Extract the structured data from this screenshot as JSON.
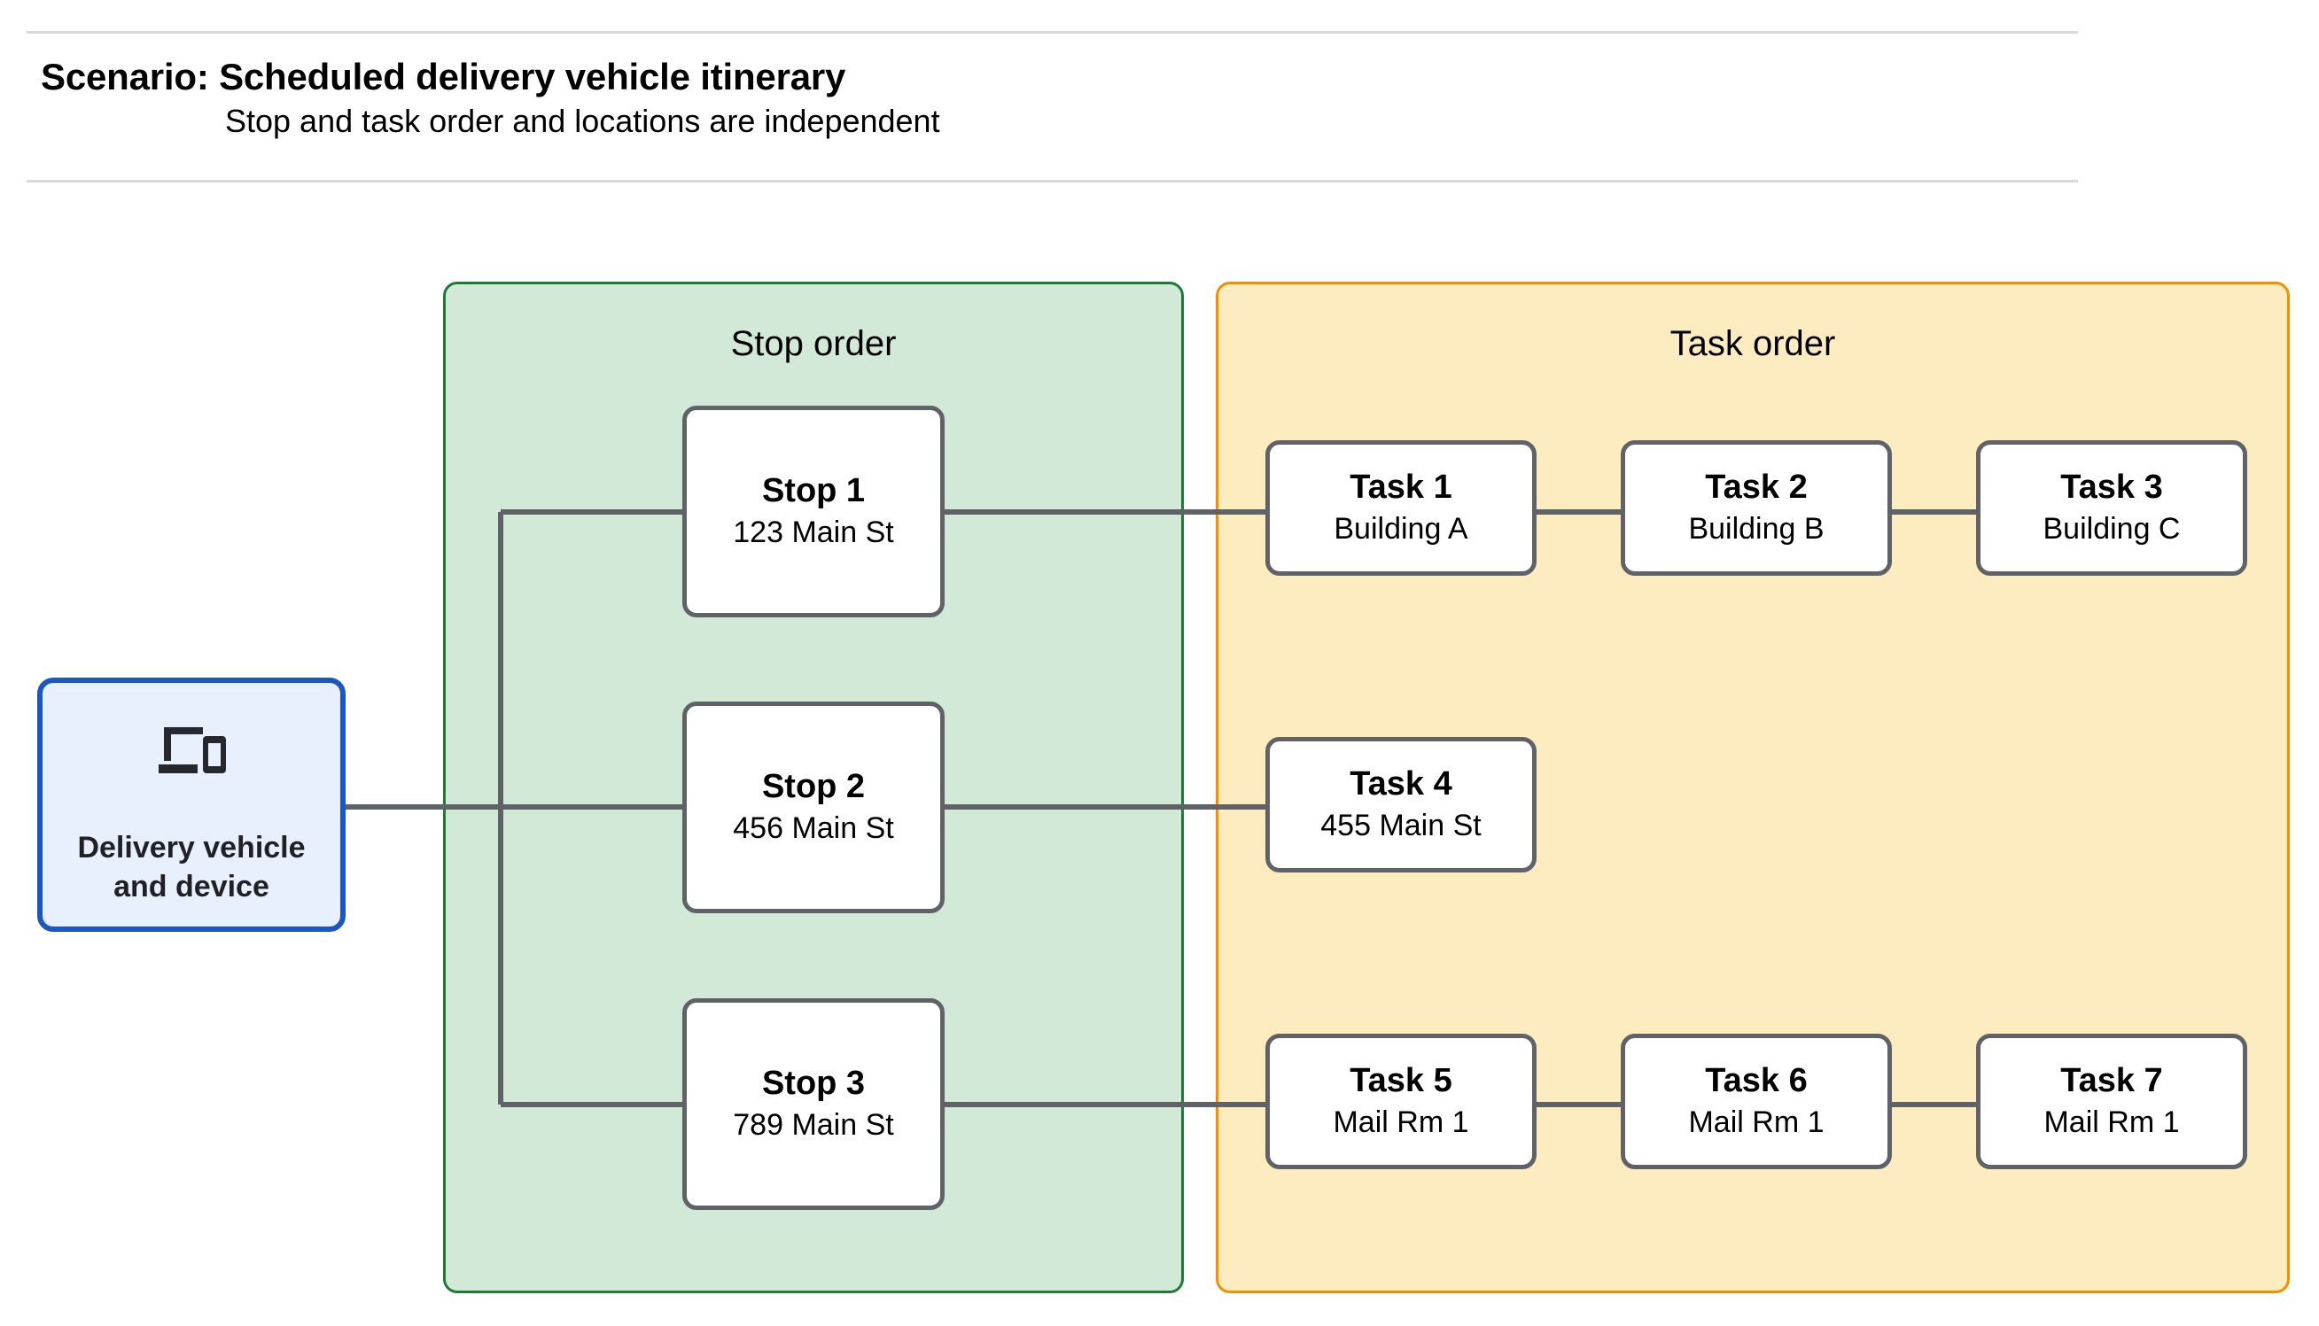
{
  "header": {
    "title": "Scenario: Scheduled delivery vehicle itinerary",
    "subtitle": "Stop and task order and locations are independent"
  },
  "vehicle": {
    "label": "Delivery vehicle\nand device",
    "label_line1": "Delivery vehicle",
    "label_line2": "and device",
    "icon": "devices-icon",
    "border_color": "#1a56c4",
    "fill_color": "#e8f0fe"
  },
  "stop_group": {
    "title": "Stop order",
    "fill_color": "#d3e9d7",
    "border_color": "#1e7b34",
    "stops": [
      {
        "name": "Stop 1",
        "location": "123 Main St"
      },
      {
        "name": "Stop 2",
        "location": "456 Main St"
      },
      {
        "name": "Stop 3",
        "location": "789 Main St"
      }
    ]
  },
  "task_group": {
    "title": "Task order",
    "fill_color": "#fdecc0",
    "border_color": "#f29000",
    "tasks": [
      {
        "name": "Task 1",
        "location": "Building A"
      },
      {
        "name": "Task 2",
        "location": "Building B"
      },
      {
        "name": "Task 3",
        "location": "Building C"
      },
      {
        "name": "Task 4",
        "location": "455 Main St"
      },
      {
        "name": "Task 5",
        "location": "Mail Rm 1"
      },
      {
        "name": "Task 6",
        "location": "Mail Rm 1"
      },
      {
        "name": "Task 7",
        "location": "Mail Rm 1"
      }
    ]
  },
  "connector_color": "#5f6368"
}
